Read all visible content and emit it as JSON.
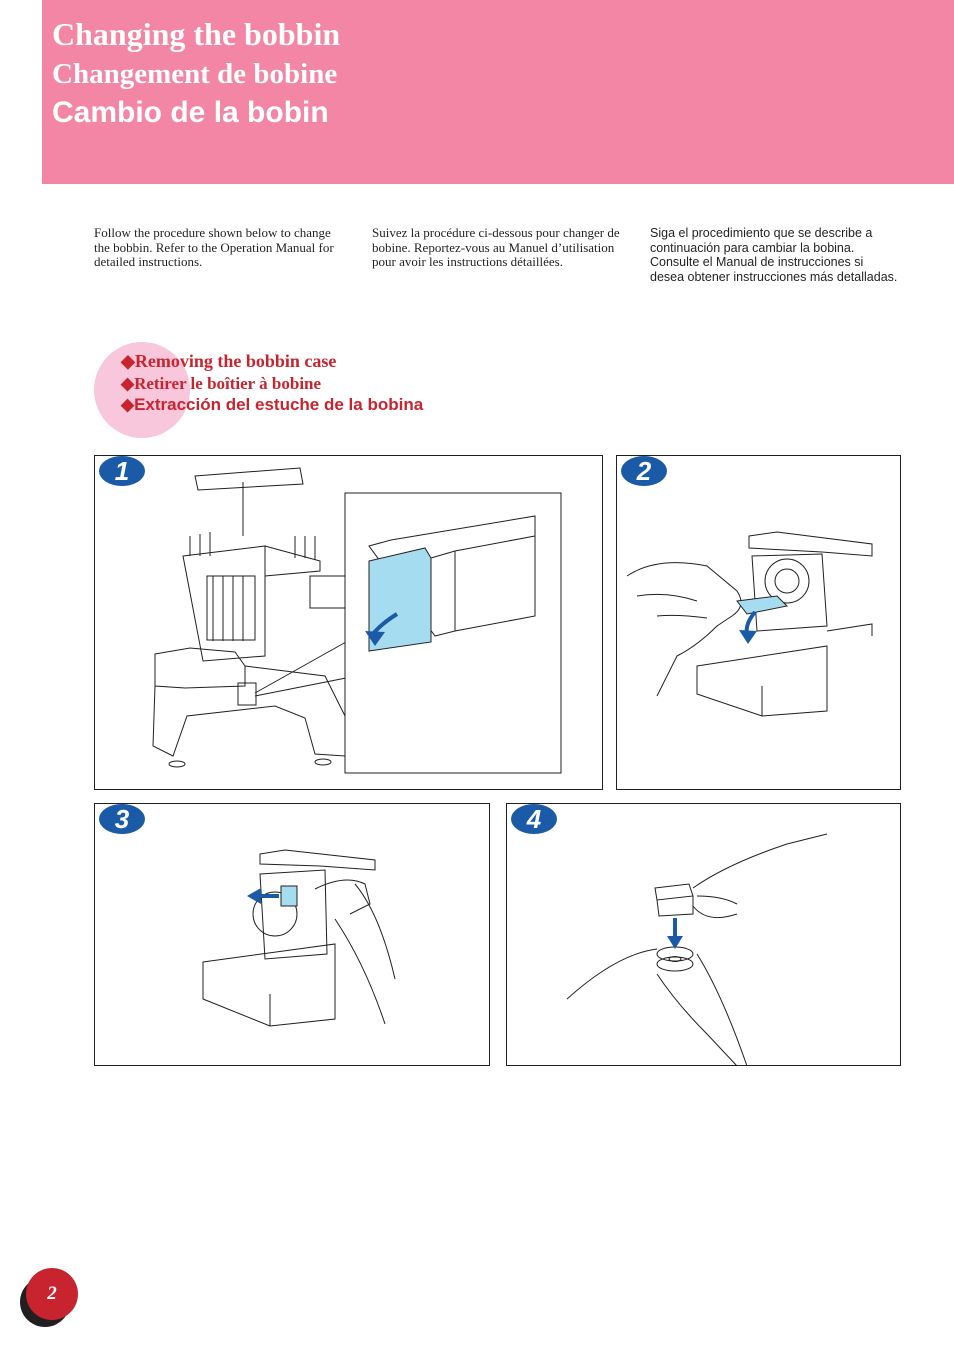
{
  "header": {
    "title_en": "Changing the bobbin",
    "title_fr": "Changement de bobine",
    "title_es": "Cambio de la bobin",
    "color": "#f386a4"
  },
  "intro": {
    "en": "Follow the procedure shown below to change the bobbin. Refer to the Operation Manual for detailed instructions.",
    "fr": "Suivez la procédure ci-dessous pour changer de bobine. Reportez-vous au Manuel d’utilisation pour avoir les instructions détaillées.",
    "es": "Siga el procedimiento que se describe a continuación para cambiar la bobina. Consulte el Manual de instrucciones si desea obtener instrucciones más detalladas."
  },
  "section": {
    "heading_en": "◆Removing the bobbin case",
    "heading_fr": "◆Retirer le boîtier à bobine",
    "heading_es": "◆Extracción del estuche de la bobina",
    "color": "#c8242f"
  },
  "steps": [
    {
      "number": "1",
      "illustration": "embroidery-machine-cover-icon"
    },
    {
      "number": "2",
      "illustration": "open-bobbin-latch-icon"
    },
    {
      "number": "3",
      "illustration": "pull-bobbin-case-icon"
    },
    {
      "number": "4",
      "illustration": "remove-bobbin-icon"
    }
  ],
  "accent_color": "#1a5aa6",
  "highlight_color": "#a6dcf0",
  "page_number": "2"
}
